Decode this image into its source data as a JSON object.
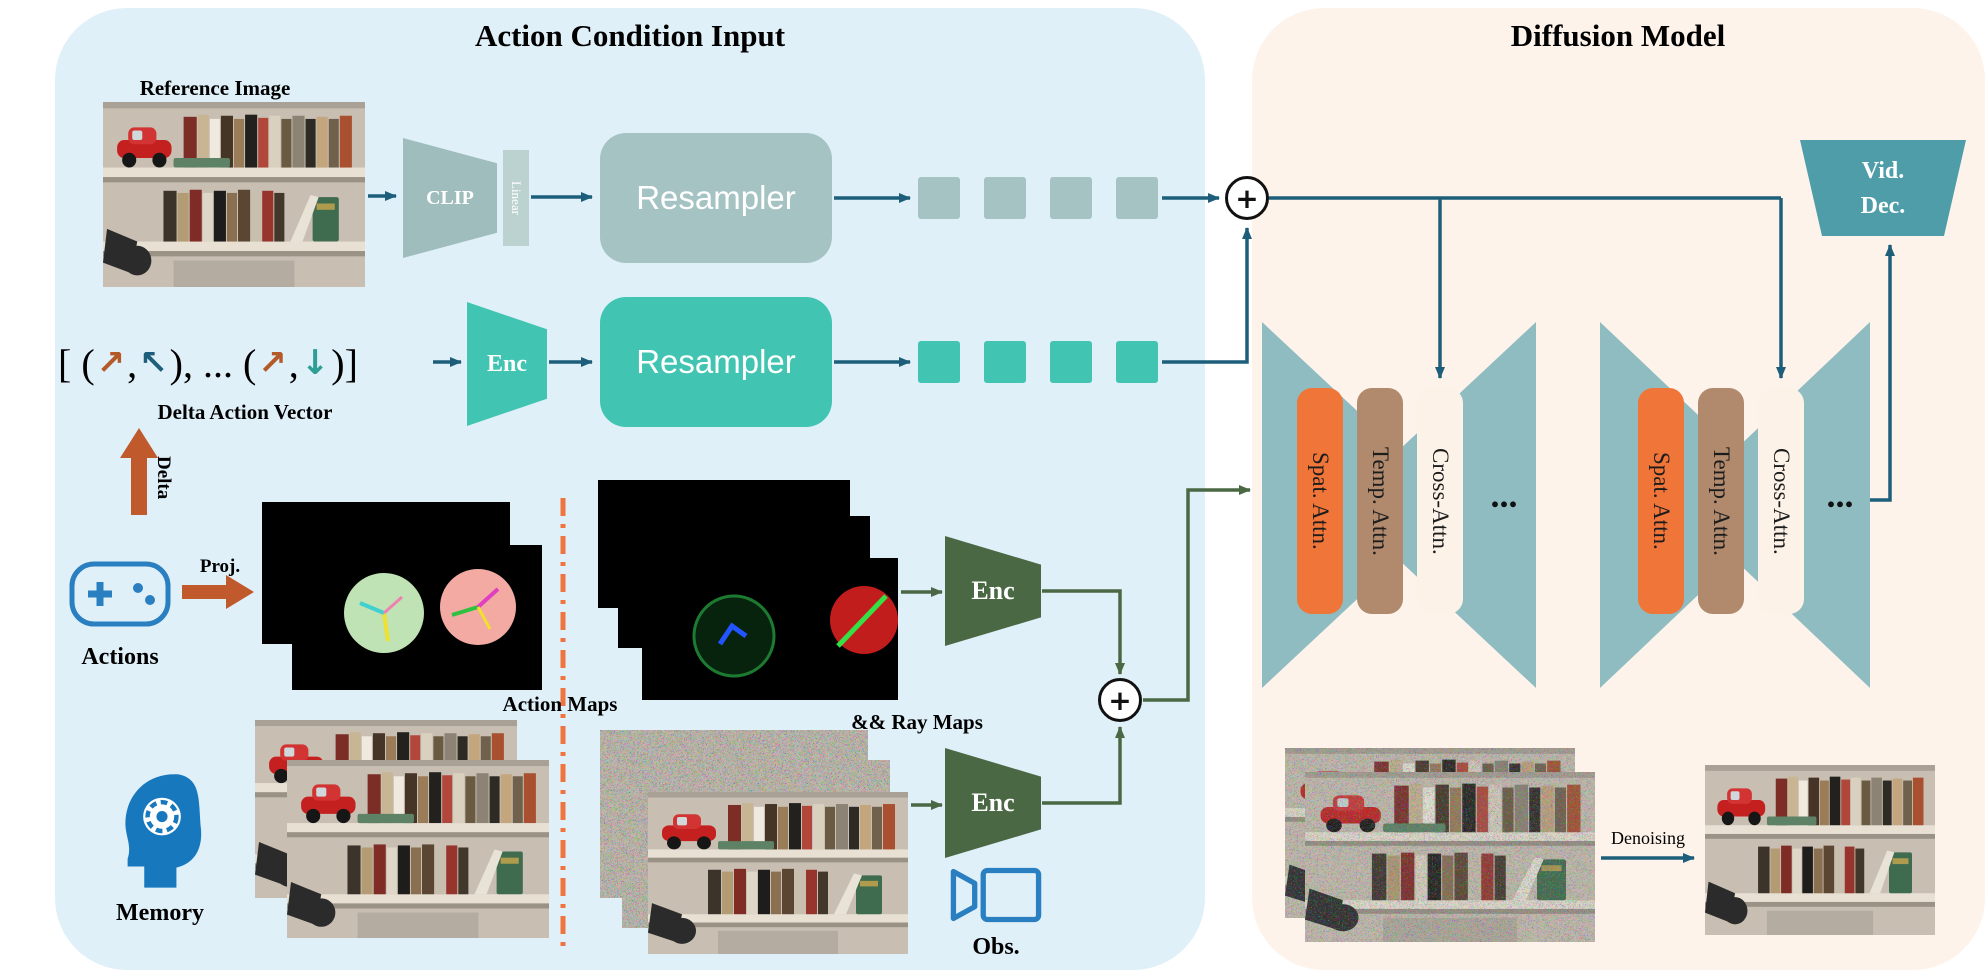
{
  "sum_plus": "+",
  "colors": {
    "panel_left_bg": "#dff0f8",
    "panel_right_bg": "#fdf3eb",
    "gray_teal": "#a6c3c3",
    "teal": "#41c4b1",
    "dark_green": "#4b6844",
    "bowtie_teal": "#8ebcc1",
    "vid_dec_teal": "#4f9da9",
    "spat_orange": "#ef7539",
    "temp_tan": "#b18a6d",
    "cross_cream": "#fcf2e8",
    "arrow_blue": "#1d5f7a",
    "arrow_orange": "#c0592c",
    "separator_orange": "#ef7440"
  },
  "icons": {
    "gamepad": "gamepad-icon",
    "memory_head": "memory-head-icon",
    "video_camera": "video-camera-icon",
    "sum_node": "plus-circle-icon",
    "delta_block_arrow": "up-block-arrow-icon",
    "proj_block_arrow": "right-block-arrow-icon"
  },
  "left_panel": {
    "title": "Action Condition Input",
    "reference": {
      "label": "Reference Image",
      "clip": "CLIP",
      "linear": "Linear",
      "resampler": "Resampler"
    },
    "delta_vector": {
      "open": "[ (",
      "arrow1": "↗",
      "comma1": ",",
      "arrow2": "↖",
      "mid": "), ... (",
      "arrow3": "↗",
      "comma2": ",",
      "arrow4": "↓",
      "close": ")]",
      "label": "Delta Action Vector",
      "enc": "Enc",
      "resampler": "Resampler"
    },
    "delta_label": "Delta",
    "actions_label": "Actions",
    "proj_label": "Proj.",
    "action_maps_label": "Action Maps",
    "ray_maps_label": "&& Ray Maps",
    "enc_ray": "Enc",
    "enc_obs": "Enc",
    "memory_label": "Memory",
    "obs_label": "Obs."
  },
  "right_panel": {
    "title": "Diffusion Model",
    "vid_dec_line1": "Vid.",
    "vid_dec_line2": "Dec.",
    "blocks": [
      {
        "spat": "Spat. Attn.",
        "temp": "Temp. Attn.",
        "cross": "Cross-Attn.",
        "dots": "..."
      },
      {
        "spat": "Spat. Attn.",
        "temp": "Temp. Attn.",
        "cross": "Cross-Attn.",
        "dots": "..."
      }
    ],
    "denoising_label": "Denoising"
  }
}
